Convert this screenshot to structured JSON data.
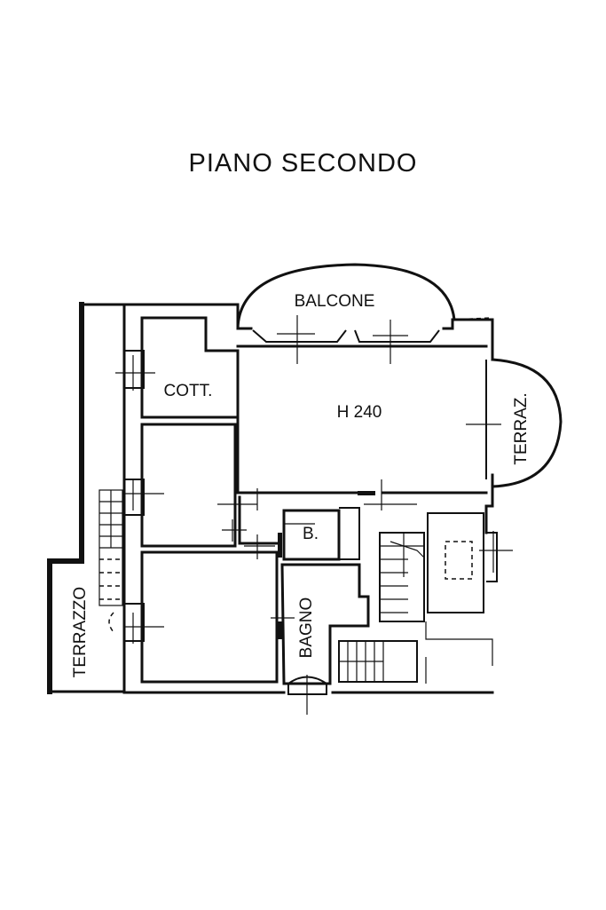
{
  "title": "PIANO SECONDO",
  "rooms": {
    "balcone": "BALCONE",
    "cottura": "COTT.",
    "living": "H 240",
    "terrazzino": "TERRAZ.",
    "bagnetto": "B.",
    "bagno": "BAGNO",
    "terrazzo": "TERRAZZO"
  }
}
